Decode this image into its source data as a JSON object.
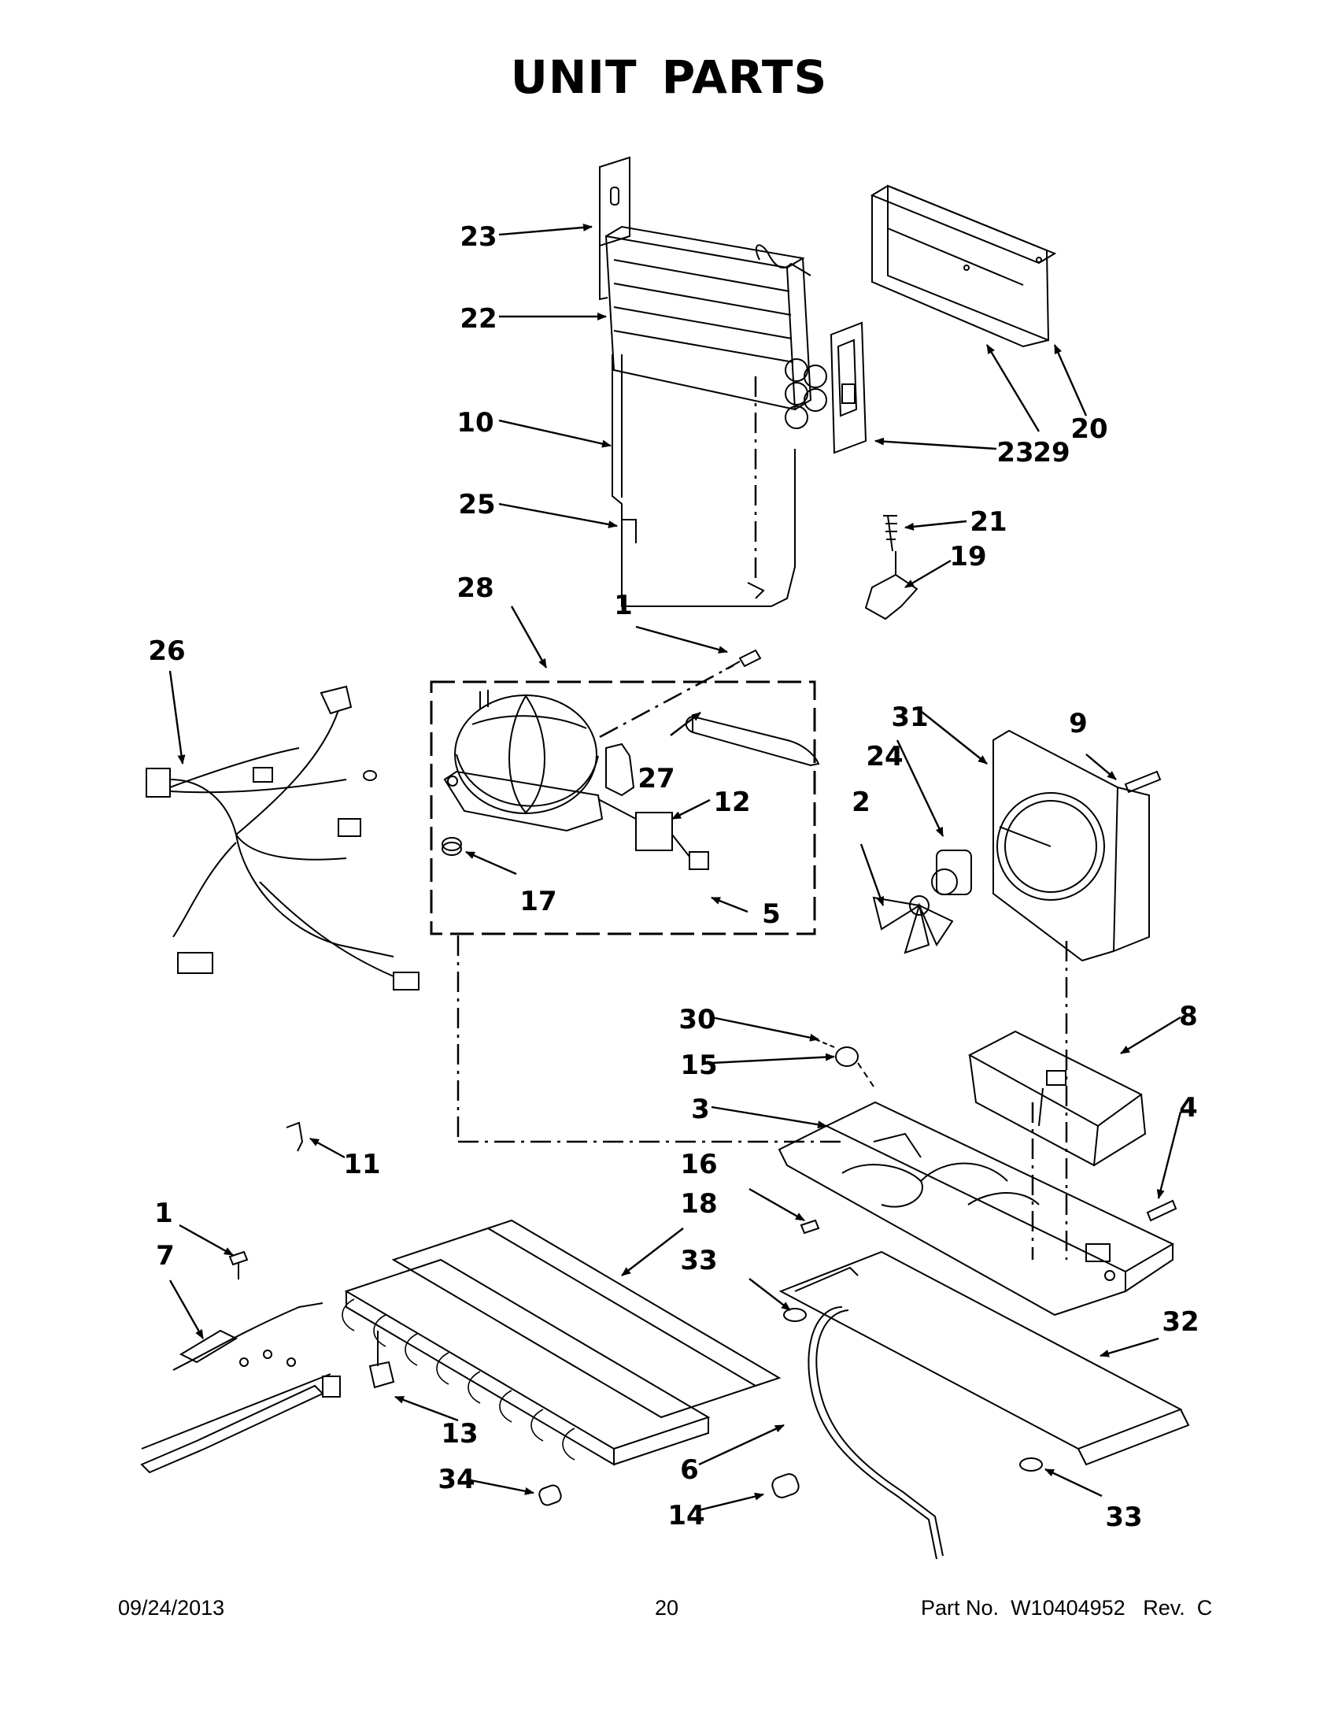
{
  "page": {
    "title": "UNIT PARTS"
  },
  "callouts": [
    {
      "id": "c23a",
      "text": "23"
    },
    {
      "id": "c22",
      "text": "22"
    },
    {
      "id": "c10",
      "text": "10"
    },
    {
      "id": "c25",
      "text": "25"
    },
    {
      "id": "c20",
      "text": "20"
    },
    {
      "id": "c29",
      "text": "29"
    },
    {
      "id": "c23b",
      "text": "23"
    },
    {
      "id": "c21",
      "text": "21"
    },
    {
      "id": "c19",
      "text": "19"
    },
    {
      "id": "c28",
      "text": "28"
    },
    {
      "id": "c1a",
      "text": "1"
    },
    {
      "id": "c26",
      "text": "26"
    },
    {
      "id": "c27",
      "text": "27"
    },
    {
      "id": "c12",
      "text": "12"
    },
    {
      "id": "c17",
      "text": "17"
    },
    {
      "id": "c5",
      "text": "5"
    },
    {
      "id": "c31",
      "text": "31"
    },
    {
      "id": "c9",
      "text": "9"
    },
    {
      "id": "c24",
      "text": "24"
    },
    {
      "id": "c2",
      "text": "2"
    },
    {
      "id": "c30",
      "text": "30"
    },
    {
      "id": "c15",
      "text": "15"
    },
    {
      "id": "c8",
      "text": "8"
    },
    {
      "id": "c3",
      "text": "3"
    },
    {
      "id": "c4",
      "text": "4"
    },
    {
      "id": "c11",
      "text": "11"
    },
    {
      "id": "c16",
      "text": "16"
    },
    {
      "id": "c18",
      "text": "18"
    },
    {
      "id": "c1b",
      "text": "1"
    },
    {
      "id": "c7",
      "text": "7"
    },
    {
      "id": "c33a",
      "text": "33"
    },
    {
      "id": "c32",
      "text": "32"
    },
    {
      "id": "c13",
      "text": "13"
    },
    {
      "id": "c6",
      "text": "6"
    },
    {
      "id": "c34",
      "text": "34"
    },
    {
      "id": "c14",
      "text": "14"
    },
    {
      "id": "c33b",
      "text": "33"
    }
  ],
  "footer": {
    "date": "09/24/2013",
    "page_number": "20",
    "part_label": "Part No.",
    "part_number": "W10404952",
    "rev_label": "Rev.",
    "rev_value": "C"
  }
}
